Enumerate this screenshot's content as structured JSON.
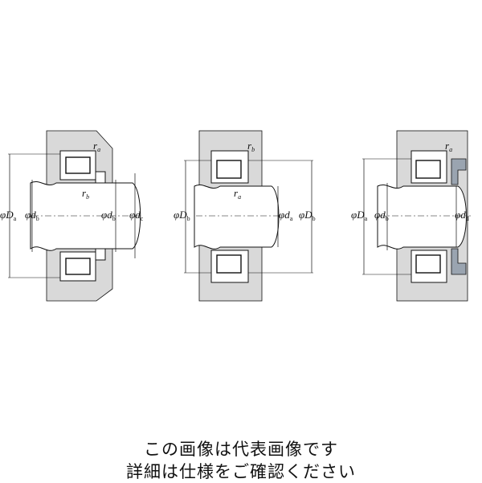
{
  "diagrams": [
    {
      "labels": {
        "r_top": "r",
        "r_top_sub": "a",
        "r_inner": "r",
        "r_inner_sub": "b",
        "left1": "D",
        "left1_sub": "a",
        "left2": "d",
        "left2_sub": "b",
        "right1": "d",
        "right1_sub": "b",
        "right2": "d",
        "right2_sub": "c"
      }
    },
    {
      "labels": {
        "r_top": "r",
        "r_top_sub": "b",
        "r_inner": "r",
        "r_inner_sub": "a",
        "left1": "D",
        "left1_sub": "b",
        "right1": "d",
        "right1_sub": "a",
        "right2": "D",
        "right2_sub": "b"
      }
    },
    {
      "labels": {
        "r_top": "r",
        "r_top_sub": "a",
        "left1": "D",
        "left1_sub": "a",
        "left2": "d",
        "left2_sub": "b",
        "right1": "d",
        "right1_sub": "d"
      }
    }
  ],
  "phi": "φ",
  "footer": {
    "line1": "この画像は代表画像です",
    "line2": "詳細は仕様をご確認ください"
  },
  "colors": {
    "housing": "#d9d9d9",
    "part_fill": "#ffffff",
    "outline": "#111111",
    "seal": "#9aa4b0"
  }
}
